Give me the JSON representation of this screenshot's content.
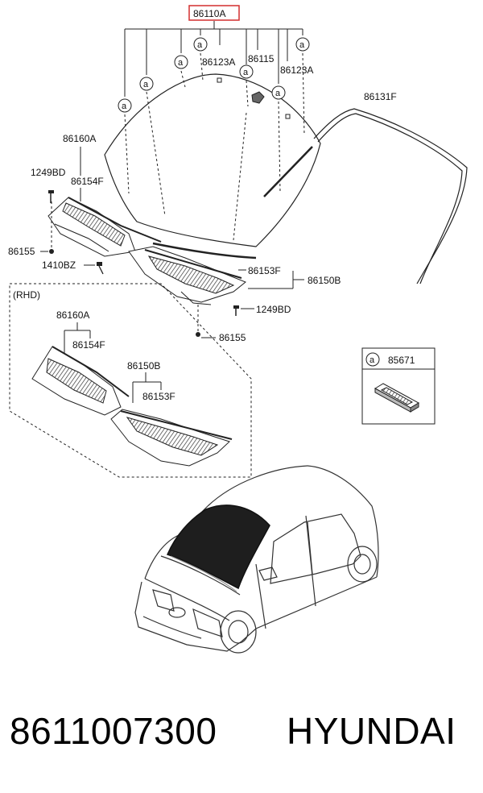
{
  "labels": {
    "windshield_glass": "86110A",
    "molding_clip": "86123A",
    "mirror_mount": "86115",
    "molding_clip_right": "86123A",
    "top_molding": "86131F",
    "cowl_panel_left": "86160A",
    "bolt_top": "1249BD",
    "seal_left": "86154F",
    "nut_left": "86155",
    "screw": "1410BZ",
    "seal_right": "86153F",
    "cowl_panel_right": "86150B",
    "bolt_right": "1249BD",
    "nut_right": "86155",
    "rhd_title": "(RHD)",
    "rhd_cowl_left": "86160A",
    "rhd_seal_left": "86154F",
    "rhd_cowl_right": "86150B",
    "rhd_seal_right": "86153F",
    "legend_letter": "a",
    "legend_part": "85671"
  },
  "callout_letter": "a",
  "footer": {
    "part_number": "8611007300",
    "brand": "HYUNDAI"
  },
  "colors": {
    "highlight_box": "#d32f2f",
    "line": "#222222",
    "glass_fill": "#1e1e1e"
  }
}
